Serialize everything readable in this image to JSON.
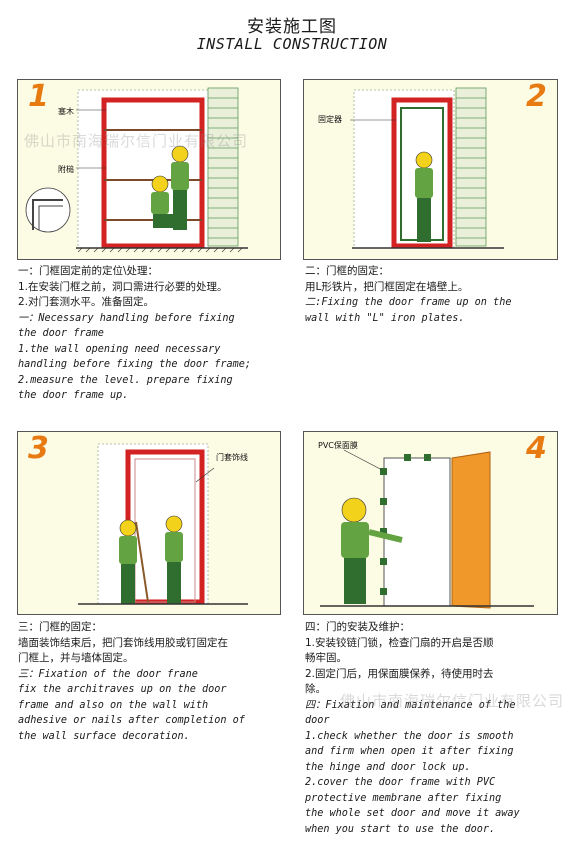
{
  "title": {
    "cn": "安装施工图",
    "en": "INSTALL CONSTRUCTION"
  },
  "colors": {
    "accent_orange": "#e87a12",
    "panel_bg": "#fcfbe3",
    "frame_red": "#d22222",
    "shirt_green": "#63a341",
    "helmet_yellow": "#f2d21a",
    "door_orange": "#f0982a"
  },
  "watermark": "佛山市南海瑞尔信门业有限公司",
  "steps": [
    {
      "number": "1",
      "labels": [
        "塞木",
        "附槌"
      ],
      "caption": [
        "一：门框固定前的定位\\处理：",
        "1.在安装门框之前，洞口需进行必要的处理。",
        "2.对门套测水平。准备固定。",
        "一：Necessary handling before fixing",
        "the door frame",
        "1.the wall opening need necessary",
        "handling before fixing the door frame;",
        "2.measure the level. prepare fixing",
        "the door frame up."
      ]
    },
    {
      "number": "2",
      "labels": [
        "固定器"
      ],
      "caption": [
        "二：门框的固定：",
        "用L形铁片，把门框固定在墙壁上。",
        "二:Fixing the door frame up on the",
        "wall with \"L\" iron plates."
      ]
    },
    {
      "number": "3",
      "labels": [
        "门套饰线"
      ],
      "caption": [
        "三：门框的固定：",
        "墙面装饰结束后，把门套饰线用胶或钉固定在",
        "门框上，并与墙体固定。",
        "三：Fixation of the door frane",
        "fix the architraves up on the door",
        "frame and also on the wall with",
        "adhesive or nails after completion of",
        "the wall surface decoration."
      ]
    },
    {
      "number": "4",
      "labels": [
        "PVC保面膜"
      ],
      "caption": [
        "四：门的安装及维护：",
        "1.安装铰链门锁，检查门扇的开启是否顺",
        "畅牢固。",
        "2.固定门后，用保面膜保养，待使用时去",
        "除。",
        "四：Fixation and maintenance of the",
        "door",
        "1.check whether the door is smooth",
        "and firm when open it after fixing",
        "the hinge and door lock up.",
        "2.cover the door frame with PVC",
        "protective membrane after fixing",
        "the whole set door and move it away",
        "when you start to use the door."
      ]
    }
  ]
}
